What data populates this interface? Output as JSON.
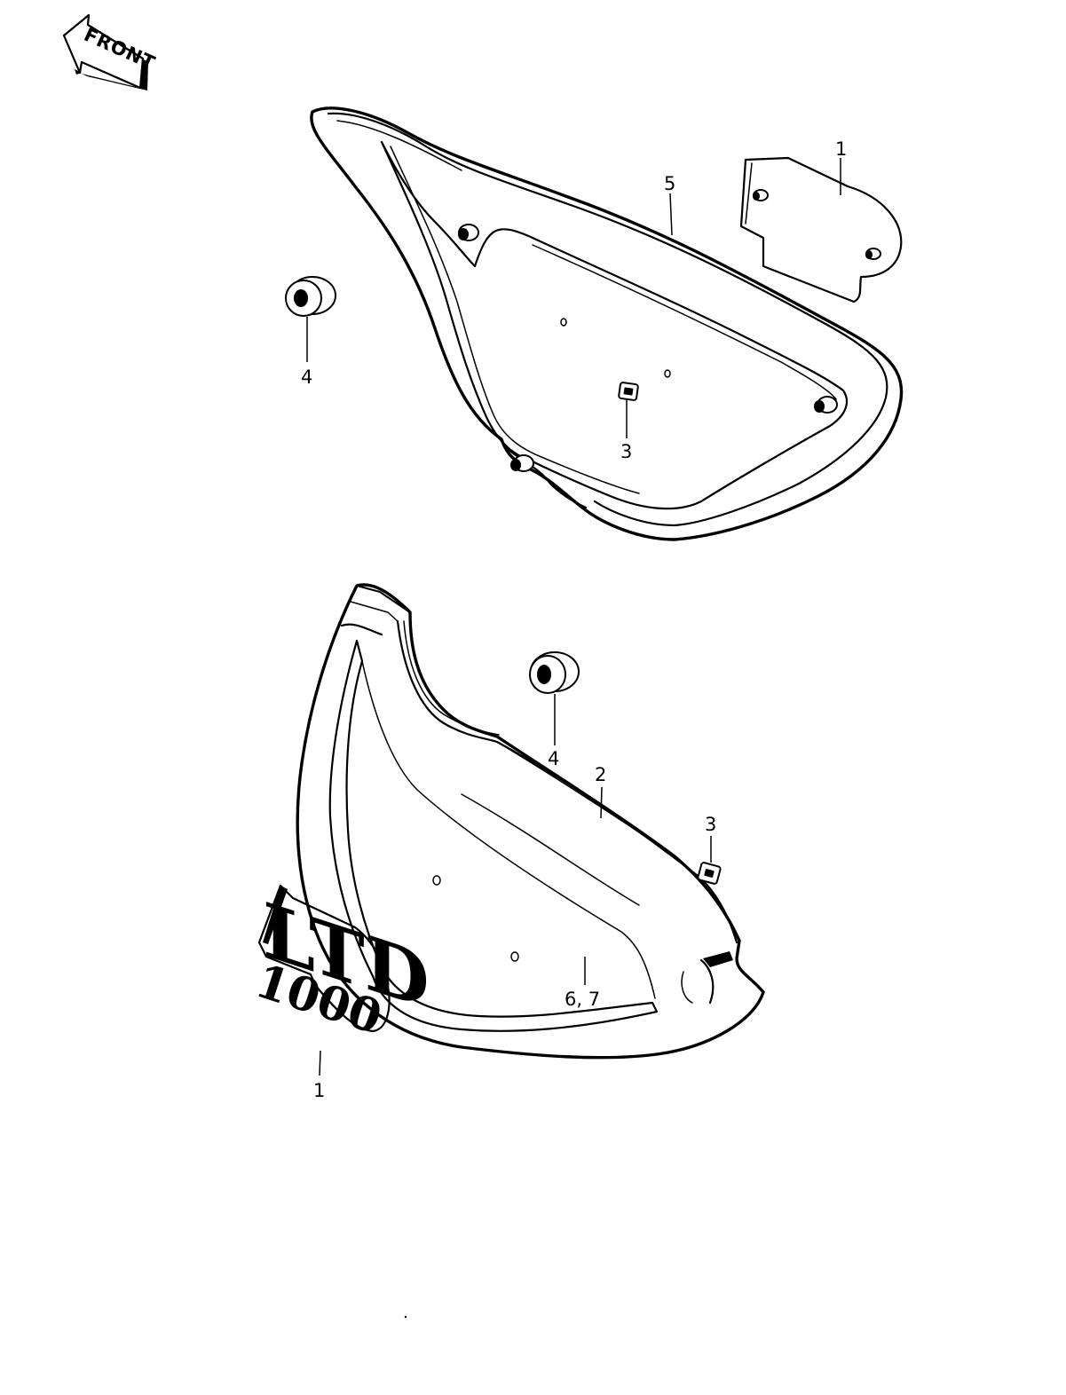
{
  "direction_indicator": {
    "text": "FRONT"
  },
  "callouts": {
    "upper_cover": {
      "badge": "1",
      "cover": "5",
      "grommet": "4",
      "clip": "3"
    },
    "lower_cover": {
      "grommet": "4",
      "cover": "2",
      "clip": "3",
      "stripe": "6, 7",
      "emblem": "1"
    }
  },
  "emblem": {
    "line1": "LTD",
    "line2": "1000"
  },
  "colors": {
    "ink": "#000000",
    "paper": "#ffffff"
  }
}
